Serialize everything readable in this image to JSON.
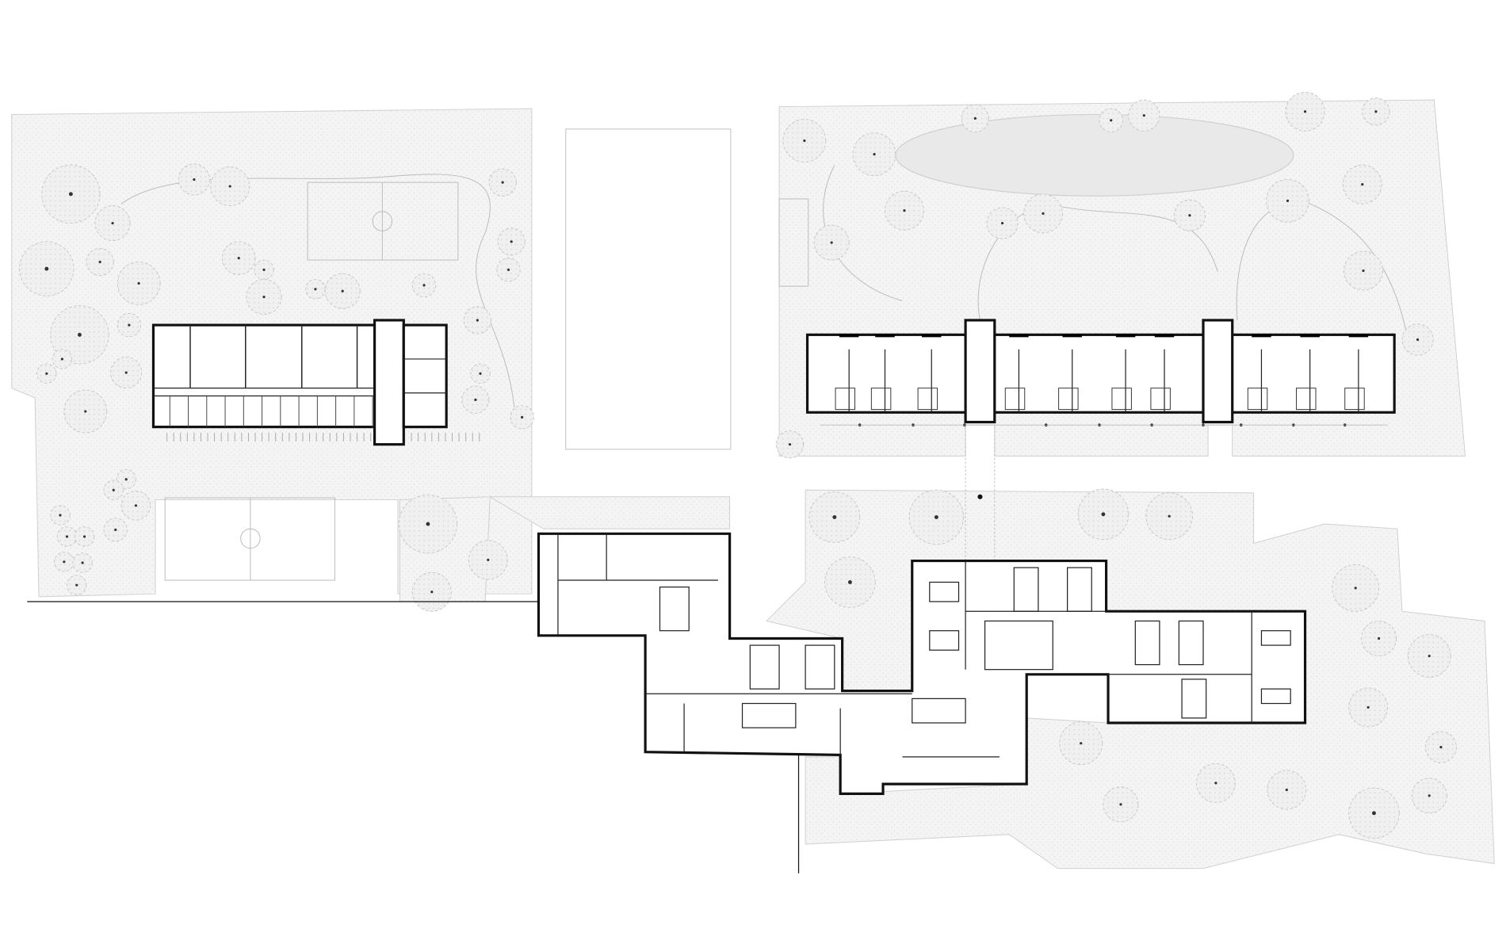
{
  "drawing": {
    "type": "site-plan",
    "colors": {
      "landscape": "#f1f1f1",
      "pond": "#e9e9e9",
      "walls": "#111111",
      "lines": "#bbbbbb",
      "background": "#ffffff"
    },
    "elements": [
      "landscape-areas",
      "trees",
      "pond",
      "sports-field",
      "basketball-courts",
      "paths",
      "left-building",
      "housing-block",
      "main-building"
    ]
  }
}
